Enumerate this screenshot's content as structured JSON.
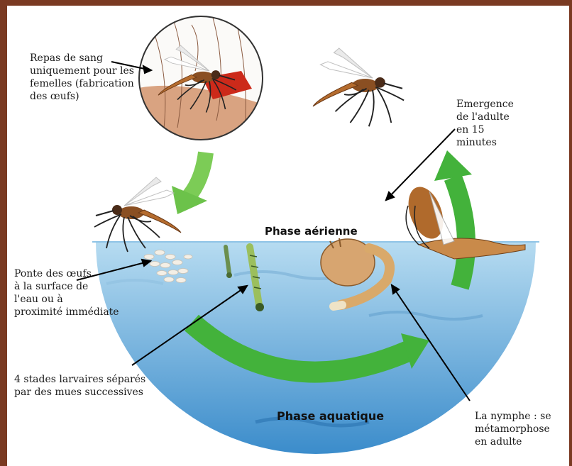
{
  "labels": {
    "blood_meal": "Repas de sang\nuniquement pour les\nfemelles (fabrication\ndes œufs)",
    "emergence": "Emergence\nde l'adulte\nen 15\nminutes",
    "egg_laying": "Ponte des œufs\nà la surface de\n l'eau ou à\nproximité immédiate",
    "larvae": "4 stades larvaires séparés\npar des mues successives",
    "pupa": "La nymphe : se\nmétamorphose\nen adulte"
  },
  "phases": {
    "aerial": "Phase aérienne",
    "aquatic": "Phase aquatique"
  },
  "colors": {
    "border": "#7a3a22",
    "water_top": "#aed6ee",
    "water_bottom": "#3d8fca",
    "cycle_arrow": "#43b23b",
    "mosquito_body": "#a8622a",
    "skin": "#d9a381"
  }
}
